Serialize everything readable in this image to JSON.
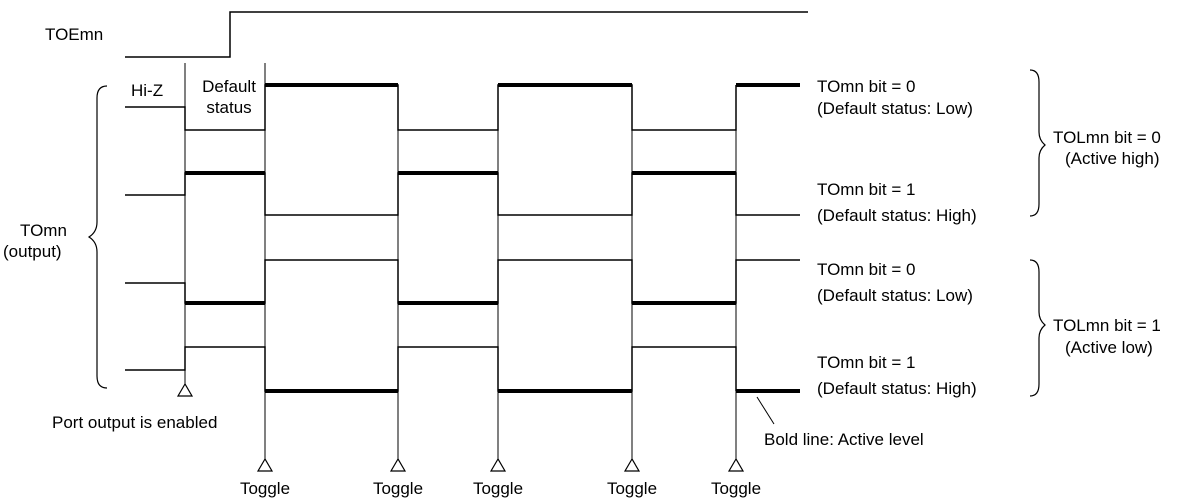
{
  "signal_labels": {
    "toe": "TOEmn",
    "to_line1": "TOmn",
    "to_line2": "(output)"
  },
  "annotations": {
    "hi_z": "Hi-Z",
    "default_line1": "Default",
    "default_line2": "status",
    "port_enabled": "Port output is enabled",
    "bold_line_note": "Bold line: Active level",
    "toggle": "Toggle"
  },
  "waveform_labels": [
    {
      "line1": "TOmn bit = 0",
      "line2": "(Default status: Low)"
    },
    {
      "line1": "TOmn bit = 1",
      "line2": "(Default status: High)"
    },
    {
      "line1": "TOmn bit = 0",
      "line2": "(Default status: Low)"
    },
    {
      "line1": "TOmn bit = 1",
      "line2": "(Default status: High)"
    }
  ],
  "group_labels": [
    {
      "line1": "TOLmn bit = 0",
      "line2": "(Active high)"
    },
    {
      "line1": "TOLmn bit = 1",
      "line2": "(Active low)"
    }
  ],
  "colors": {
    "line": "#000000",
    "background": "#ffffff"
  }
}
